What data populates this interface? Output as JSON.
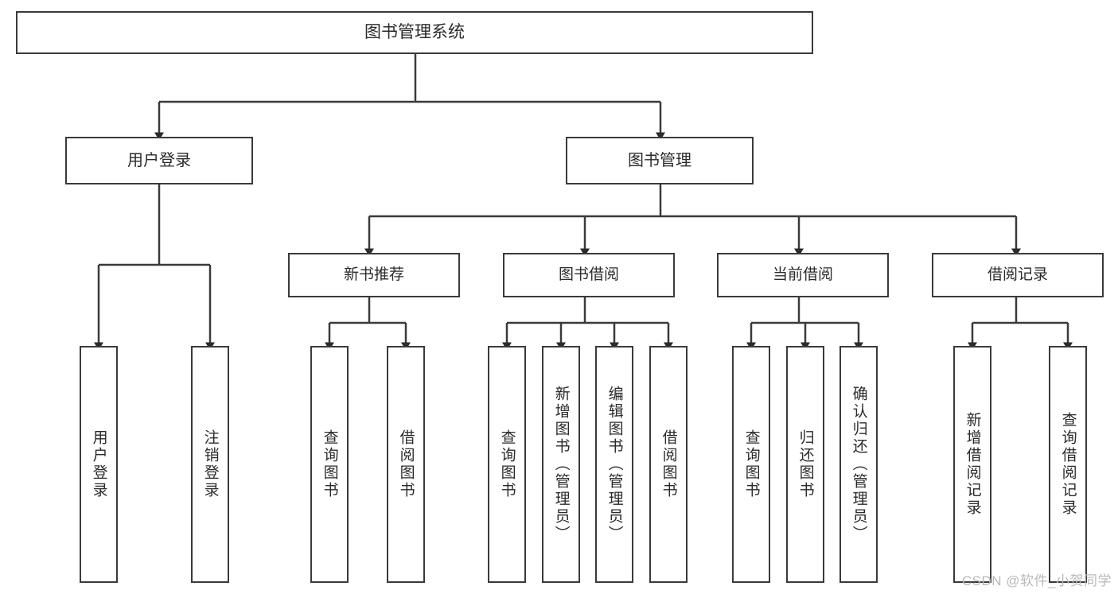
{
  "diagram": {
    "title": "图书管理系统",
    "type": "tree-hierarchy",
    "watermark": "CSDN @软件_小贺同学",
    "colors": {
      "stroke": "#3a3a3a",
      "text": "#2b2b2b",
      "background": "#ffffff",
      "watermark": "#b9b9b9"
    },
    "nodes": {
      "root": "图书管理系统",
      "level1": [
        "用户登录",
        "图书管理"
      ],
      "level2": [
        "新书推荐",
        "图书借阅",
        "当前借阅",
        "借阅记录"
      ],
      "leaves": {
        "user_login": [
          "用户登录",
          "注销登录"
        ],
        "new_book_recommend": [
          "查询图书",
          "借阅图书"
        ],
        "book_borrow": [
          "查询图书",
          "新增图书（管理员）",
          "编辑图书（管理员）",
          "借阅图书"
        ],
        "current_borrow": [
          "查询图书",
          "归还图书",
          "确认归还（管理员）"
        ],
        "borrow_record": [
          "新增借阅记录",
          "查询借阅记录"
        ]
      }
    }
  }
}
